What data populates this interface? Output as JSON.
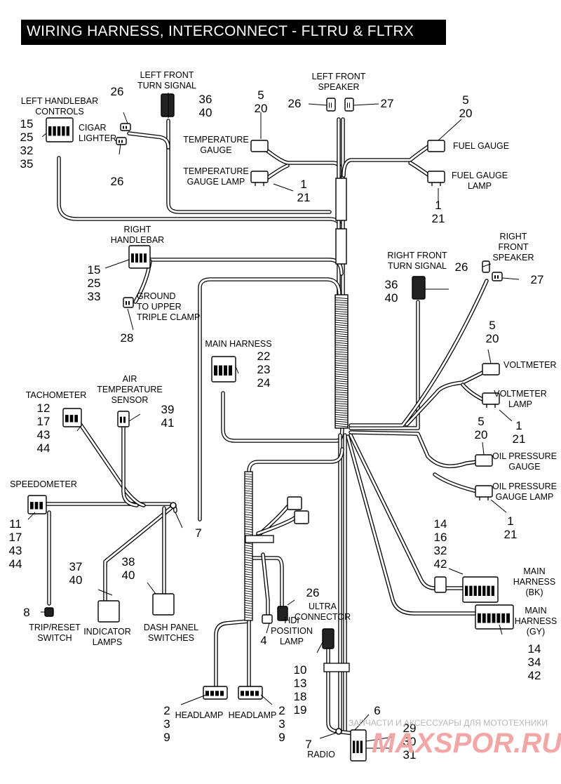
{
  "title": "WIRING HARNESS, INTERCONNECT - FLTRU & FLTRX",
  "components": [
    {
      "id": "left-handlebar-controls",
      "lines": [
        "LEFT HANDLEBAR",
        "CONTROLS"
      ],
      "refs": [
        "15",
        "25",
        "32",
        "35"
      ]
    },
    {
      "id": "cigar-lighter",
      "lines": [
        "CIGAR",
        "LIGHTER"
      ],
      "refs": [
        "26",
        "26"
      ]
    },
    {
      "id": "left-front-turn-signal",
      "lines": [
        "LEFT FRONT",
        "TURN SIGNAL"
      ],
      "refs": [
        "36",
        "40"
      ]
    },
    {
      "id": "temperature-gauge",
      "lines": [
        "TEMPERATURE",
        "GAUGE"
      ],
      "refs": [
        "5",
        "20"
      ]
    },
    {
      "id": "temperature-gauge-lamp",
      "lines": [
        "TEMPERATURE",
        "GAUGE LAMP"
      ],
      "refs": [
        "1",
        "21"
      ]
    },
    {
      "id": "left-front-speaker",
      "lines": [
        "LEFT FRONT",
        "SPEAKER"
      ],
      "refs": [
        "26",
        "27"
      ]
    },
    {
      "id": "fuel-gauge",
      "lines": [
        "FUEL GAUGE"
      ],
      "refs": [
        "5",
        "20"
      ]
    },
    {
      "id": "fuel-gauge-lamp",
      "lines": [
        "FUEL GAUGE",
        "LAMP"
      ],
      "refs": [
        "1",
        "21"
      ]
    },
    {
      "id": "right-handlebar",
      "lines": [
        "RIGHT",
        "HANDLEBAR"
      ],
      "refs": [
        "15",
        "25",
        "33"
      ]
    },
    {
      "id": "ground-upper-triple-clamp",
      "lines": [
        "GROUND",
        "TO UPPER",
        "TRIPLE CLAMP"
      ],
      "refs": [
        "28"
      ]
    },
    {
      "id": "right-front-turn-signal",
      "lines": [
        "RIGHT FRONT",
        "TURN SIGNAL"
      ],
      "refs": [
        "36",
        "40"
      ]
    },
    {
      "id": "right-front-speaker",
      "lines": [
        "RIGHT",
        "FRONT",
        "SPEAKER"
      ],
      "refs": [
        "26",
        "27"
      ]
    },
    {
      "id": "main-harness-top",
      "lines": [
        "MAIN HARNESS"
      ],
      "refs": [
        "22",
        "23",
        "24"
      ]
    },
    {
      "id": "voltmeter",
      "lines": [
        "VOLTMETER"
      ],
      "refs": [
        "5",
        "20"
      ]
    },
    {
      "id": "voltmeter-lamp",
      "lines": [
        "VOLTMETER",
        "LAMP"
      ],
      "refs": [
        "1",
        "21"
      ]
    },
    {
      "id": "tachometer",
      "lines": [
        "TACHOMETER"
      ],
      "refs": [
        "12",
        "17",
        "43",
        "44"
      ]
    },
    {
      "id": "air-temperature-sensor",
      "lines": [
        "AIR",
        "TEMPERATURE",
        "SENSOR"
      ],
      "refs": [
        "39",
        "41"
      ]
    },
    {
      "id": "oil-pressure-gauge",
      "lines": [
        "OIL PRESSURE",
        "GAUGE"
      ],
      "refs": [
        "5",
        "20"
      ]
    },
    {
      "id": "oil-pressure-gauge-lamp",
      "lines": [
        "OIL PRESSURE",
        "GAUGE LAMP"
      ],
      "refs": [
        "1",
        "21"
      ]
    },
    {
      "id": "speedometer",
      "lines": [
        "SPEEDOMETER"
      ],
      "refs": [
        "11",
        "17",
        "43",
        "44"
      ]
    },
    {
      "id": "ground-junction",
      "lines": [],
      "refs": [
        "7"
      ]
    },
    {
      "id": "indicator-lamps",
      "lines": [
        "INDICATOR",
        "LAMPS"
      ],
      "refs": [
        "37",
        "40"
      ]
    },
    {
      "id": "dash-panel-switches",
      "lines": [
        "DASH PANEL",
        "SWITCHES"
      ],
      "refs": [
        "38",
        "40"
      ]
    },
    {
      "id": "trip-reset-switch",
      "lines": [
        "TRIP/RESET",
        "SWITCH"
      ],
      "refs": [
        "8"
      ]
    },
    {
      "id": "main-harness-bk",
      "lines": [
        "MAIN",
        "HARNESS",
        "(BK)"
      ],
      "refs": [
        "14",
        "16",
        "32",
        "42"
      ]
    },
    {
      "id": "main-harness-gy",
      "lines": [
        "MAIN",
        "HARNESS",
        "(GY)"
      ],
      "refs": [
        "14",
        "34",
        "42"
      ]
    },
    {
      "id": "ultra-connector",
      "lines": [
        "ULTRA",
        "CONNECTOR"
      ],
      "refs": [
        "26",
        "4"
      ]
    },
    {
      "id": "hdi-position-lamp",
      "lines": [
        "HDI",
        "POSITION",
        "LAMP"
      ],
      "refs": [
        "10",
        "13",
        "18",
        "19"
      ]
    },
    {
      "id": "headlamp-left",
      "lines": [
        "HEADLAMP"
      ],
      "refs": [
        "2",
        "3",
        "9"
      ]
    },
    {
      "id": "headlamp-right",
      "lines": [
        "HEADLAMP"
      ],
      "refs": [
        "2",
        "3",
        "9"
      ]
    },
    {
      "id": "radio",
      "lines": [
        "RADIO"
      ],
      "refs": [
        "6",
        "29",
        "30",
        "31",
        "7"
      ]
    }
  ],
  "watermark": {
    "caption": "ЗАПЧАСТИ И АКСЕССУАРЫ ДЛЯ МОТОТЕХНИКИ",
    "brand": "MAXSPOR.RU"
  }
}
